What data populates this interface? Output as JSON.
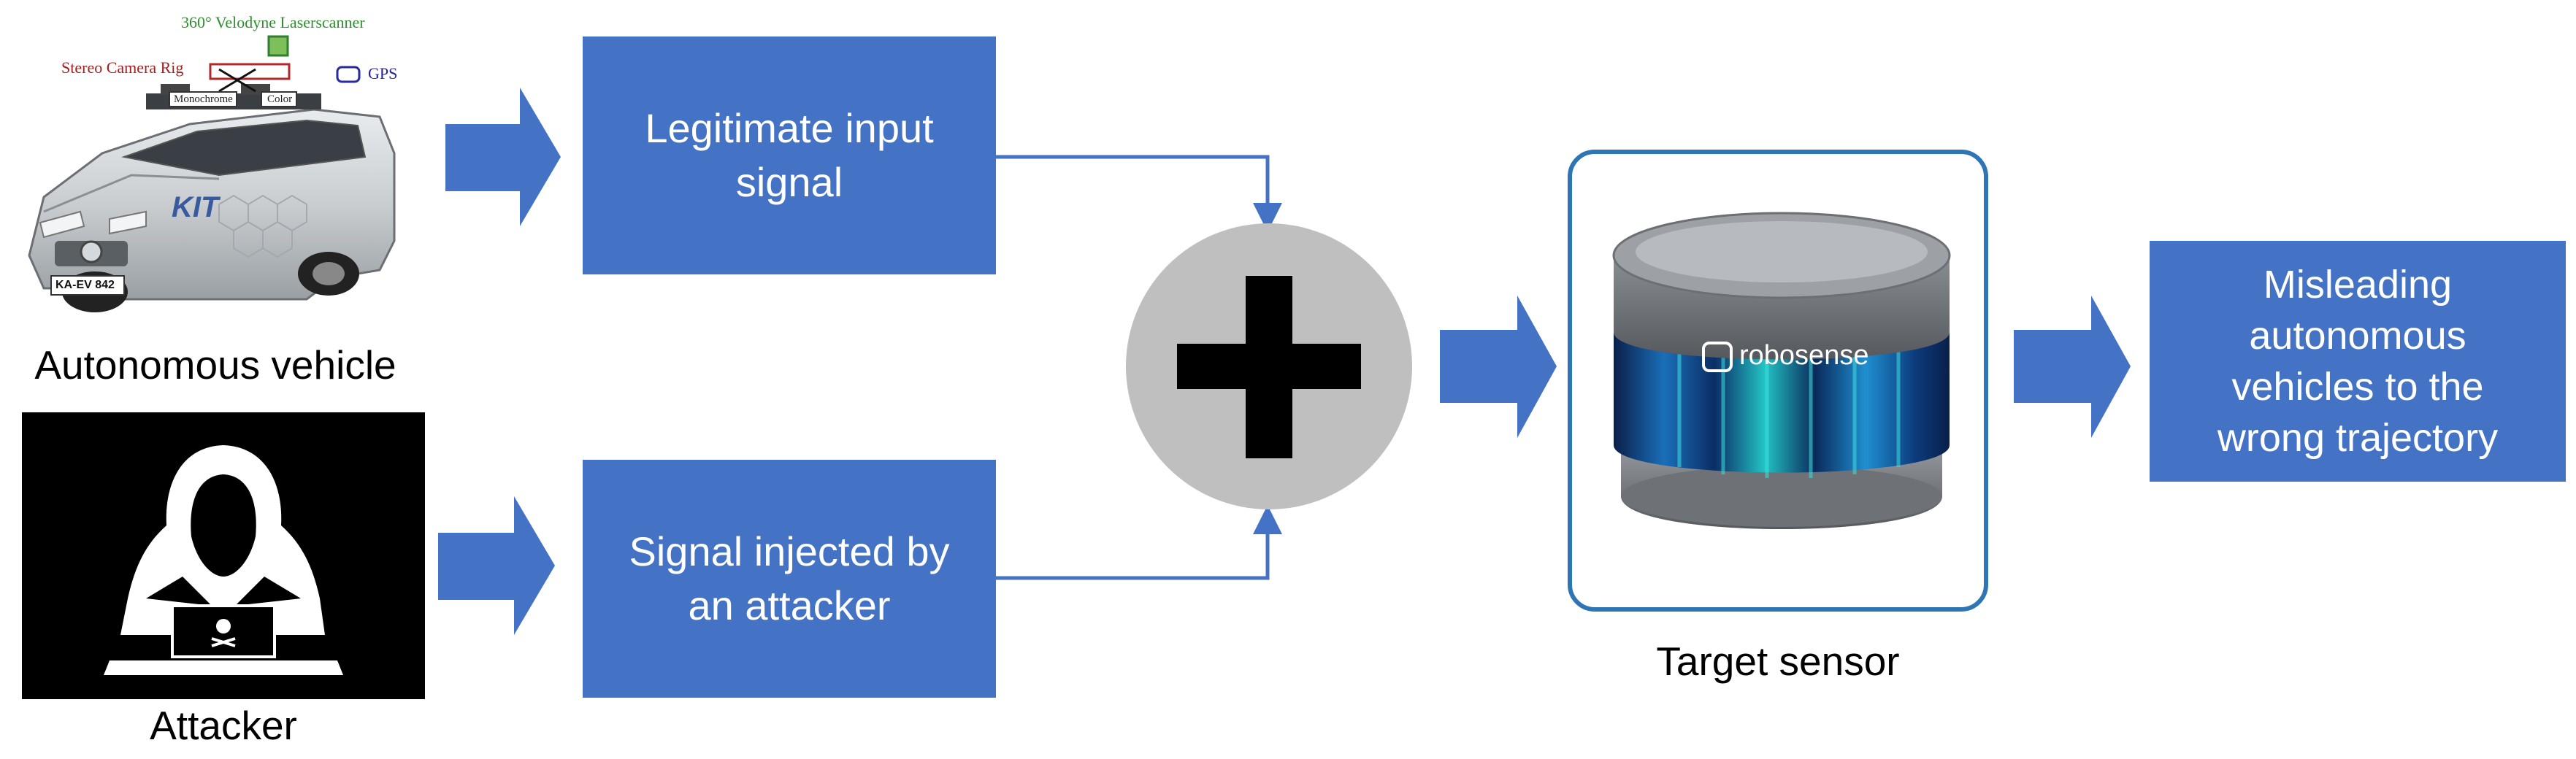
{
  "vehicle": {
    "caption": "Autonomous vehicle",
    "annotations": {
      "scanner": "360° Velodyne Laserscanner",
      "camera_rig": "Stereo Camera Rig",
      "gps": "GPS",
      "mono": "Monochrome",
      "color": "Color",
      "brand": "KIT",
      "plate": "KA-EV 842"
    }
  },
  "attacker": {
    "caption": "Attacker"
  },
  "boxes": {
    "legitimate": [
      "Legitimate input",
      "signal"
    ],
    "injected": [
      "Signal injected by",
      "an attacker"
    ],
    "output": [
      "Misleading",
      "autonomous",
      "vehicles to the",
      "wrong trajectory"
    ]
  },
  "sensor": {
    "caption": "Target sensor",
    "brand": "robosense"
  },
  "colors": {
    "box_blue": "#4472c4",
    "circle_gray": "#bfbfbf",
    "frame_blue": "#2e75b6"
  }
}
